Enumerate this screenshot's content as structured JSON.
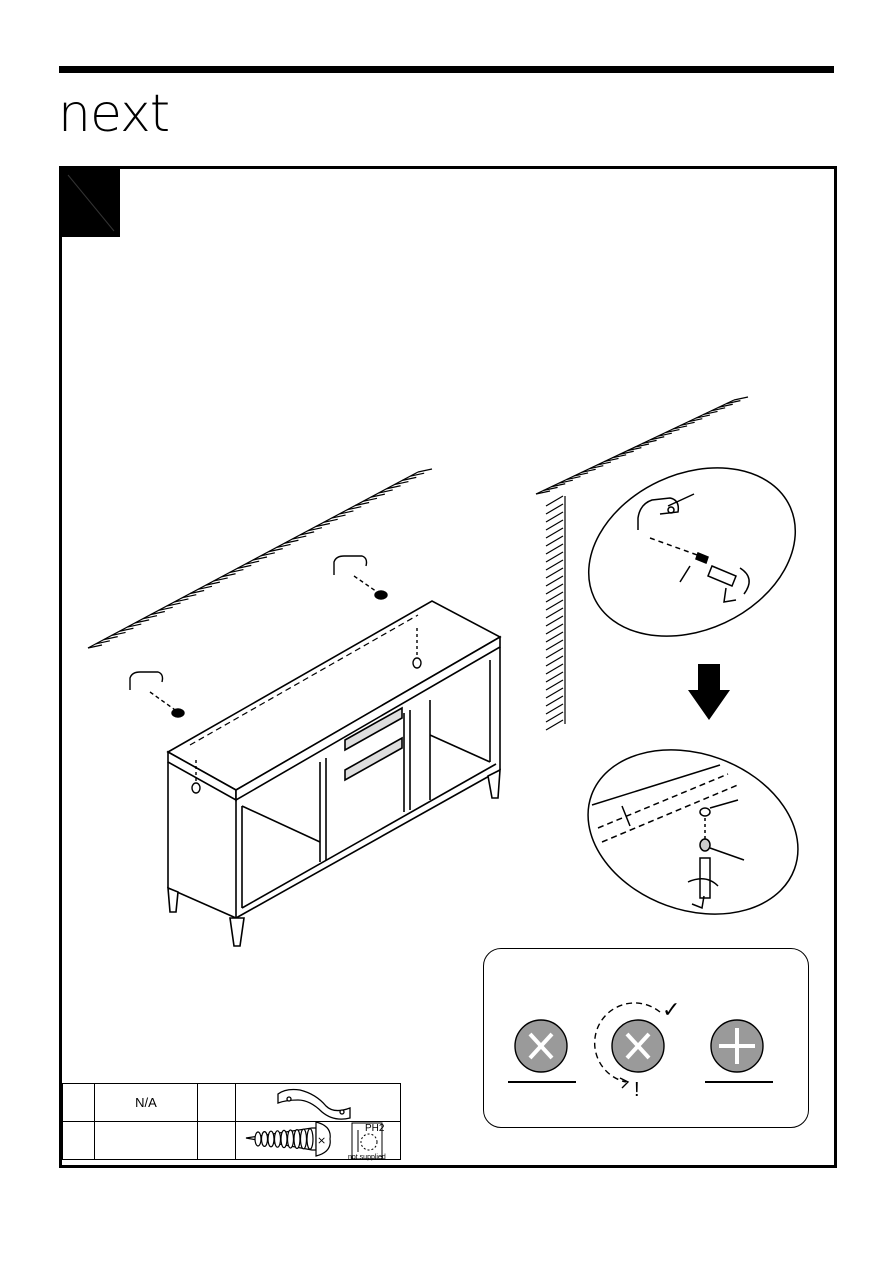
{
  "brand": {
    "logo_text": "next"
  },
  "parts": [
    {
      "code_a": "",
      "qty": "N/A",
      "code_b": "",
      "item": "wall-bracket"
    },
    {
      "code_a": "",
      "qty": "",
      "code_b": "",
      "item": "wood-screw"
    }
  ],
  "tool": {
    "bit": "PH2",
    "note": "not supplied"
  },
  "tips": {
    "ok_mark": "✓",
    "stop_mark": "!"
  },
  "icons": [
    "arrow-down-icon",
    "screwdriver-icon",
    "screw-head-icon"
  ]
}
